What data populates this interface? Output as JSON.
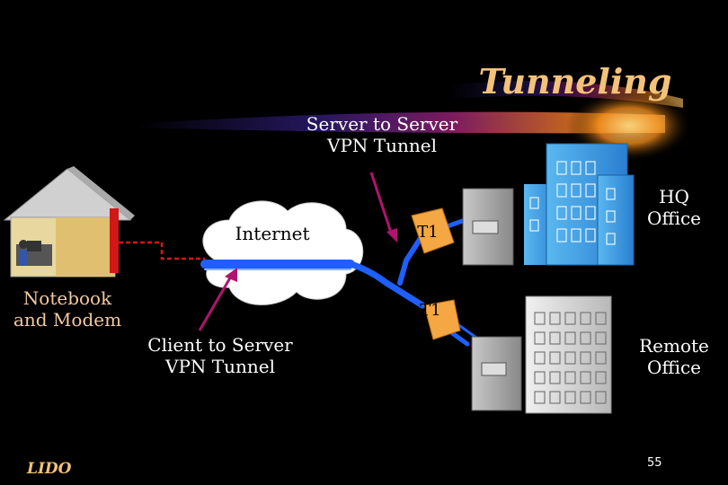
{
  "title": "Tunneling",
  "labels": {
    "server_to_server": [
      "Server to Server",
      "VPN Tunnel"
    ],
    "internet": "Internet",
    "t1_top": "T1",
    "t1_bottom": "T1",
    "hq_office": [
      "HQ",
      "Office"
    ],
    "notebook_modem": [
      "Notebook",
      "and Modem"
    ],
    "client_to_server": [
      "Client to Server",
      "VPN Tunnel"
    ],
    "remote_office": [
      "Remote",
      "Office"
    ]
  },
  "footer": {
    "brand": "LIDO",
    "page_number": "55"
  },
  "colors": {
    "title": "#f3c27a",
    "arrow": "#b0146e",
    "tunnel_blue": "#1f5fff",
    "t1_orange": "#f4a742"
  }
}
